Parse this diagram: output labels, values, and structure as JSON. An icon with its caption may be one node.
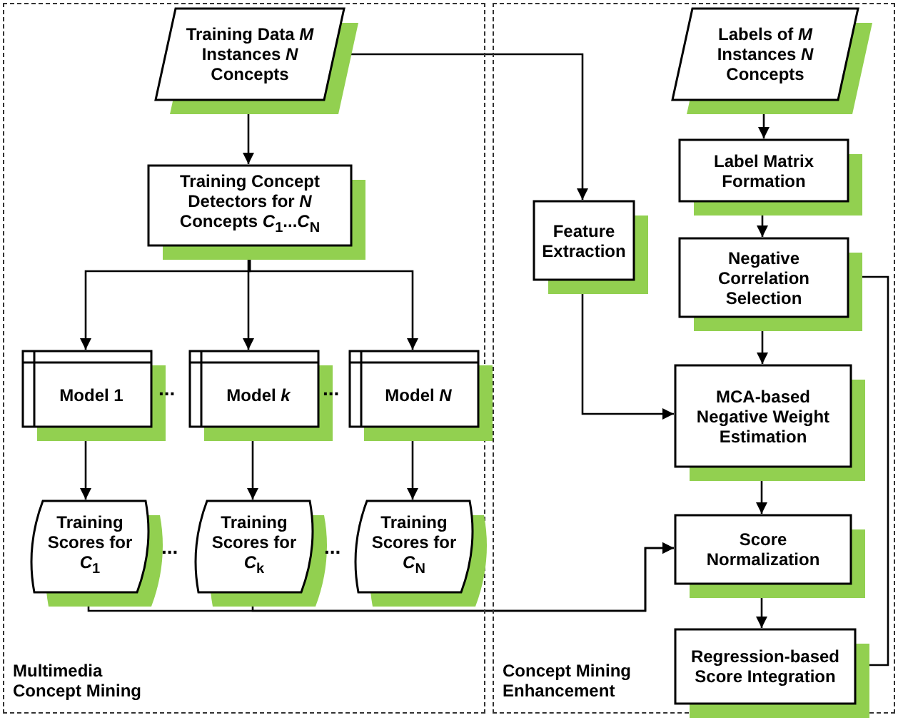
{
  "diagram": {
    "nodes": [
      {
        "text": [
          "Multimedia Concept Mining"
        ]
      },
      {
        "text": [
          "Training Data *M* Instances *N* Concepts"
        ],
        "in": 0
      },
      {
        "text": [
          "Training Concept Detectors for *N* Concepts *C*$_{1}$...*C*$_{N}$"
        ],
        "in": 0
      },
      {
        "text": [
          "Model 1"
        ],
        "in": 0
      },
      {
        "text": [
          "Model *k*"
        ],
        "in": 0
      },
      {
        "text": [
          "Model *N*"
        ],
        "in": 0
      },
      {
        "text": [
          "Training Scores for *C*$_{1}$"
        ],
        "in": 0
      },
      {
        "text": [
          "Training Scores for *C*$_{k}$"
        ],
        "in": 0
      },
      {
        "text": [
          "Training Scores for *C*$_{N}$"
        ],
        "in": 0
      },
      {
        "text": [
          "Concept Mining Enhancement"
        ]
      },
      {
        "text": [
          "Labels of *M* Instances *N* Concepts"
        ],
        "in": 9
      },
      {
        "text": [
          "Feature Extraction"
        ],
        "in": 9
      },
      {
        "text": [
          "Label Matrix Formation"
        ],
        "in": 9
      },
      {
        "text": [
          "Negative Correlation Selection"
        ],
        "in": 9
      },
      {
        "text": [
          "MCA-based Negative Weight Estimation"
        ],
        "in": 9
      },
      {
        "text": [
          "Score Normalization"
        ],
        "in": 9
      },
      {
        "text": [
          "Regression-based Score Integration"
        ],
        "in": 9
      }
    ],
    "edges": [
      {
        "from": 1,
        "to": 2,
        "arrow": "to"
      },
      {
        "from": 2,
        "to": 3,
        "arrow": "to"
      },
      {
        "from": 2,
        "to": 4,
        "arrow": "to"
      },
      {
        "from": 2,
        "to": 5,
        "arrow": "to"
      },
      {
        "from": 3,
        "to": 6,
        "arrow": "to"
      },
      {
        "from": 4,
        "to": 7,
        "arrow": "to"
      },
      {
        "from": 5,
        "to": 8,
        "arrow": "to"
      },
      {
        "from": 1,
        "to": 11,
        "arrow": "to"
      },
      {
        "from": 10,
        "to": 12,
        "arrow": "to"
      },
      {
        "from": 12,
        "to": 13,
        "arrow": "to"
      },
      {
        "from": 13,
        "to": 14,
        "arrow": "to"
      },
      {
        "from": 11,
        "to": 14,
        "arrow": "to"
      },
      {
        "from": 14,
        "to": 15,
        "arrow": "to"
      },
      {
        "from": 6,
        "to": 15,
        "arrow": "to"
      },
      {
        "from": 7,
        "to": 15,
        "arrow": "to"
      },
      {
        "from": 15,
        "to": 16,
        "arrow": "to"
      },
      {
        "from": 13,
        "to": 16,
        "arrow": "to"
      }
    ],
    "labels": [
      "...",
      "...",
      "...",
      "..."
    ]
  }
}
